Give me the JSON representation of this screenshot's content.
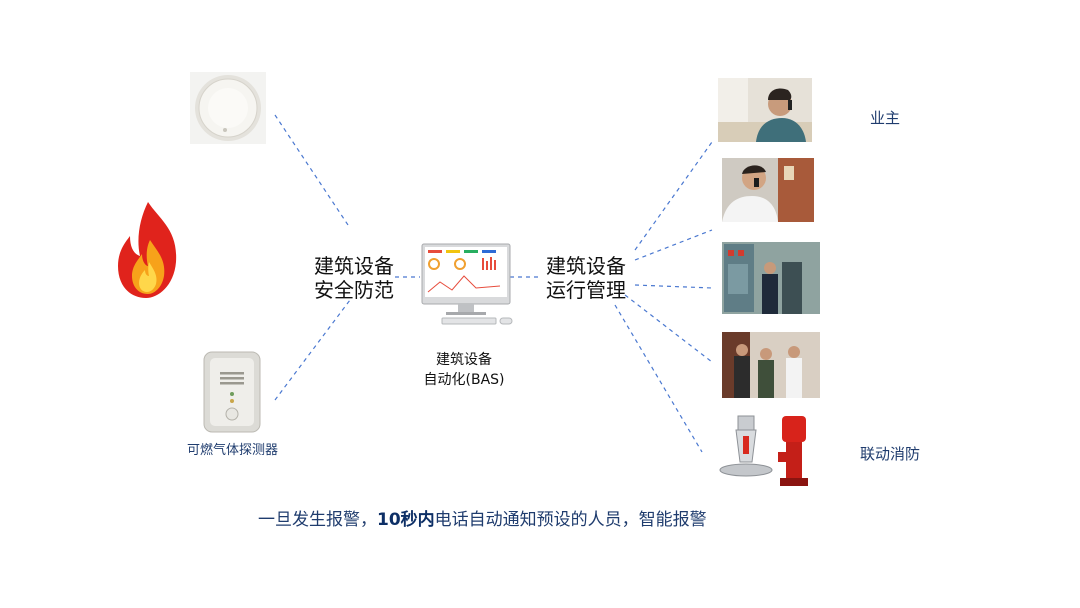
{
  "center_left": {
    "line1": "建筑设备",
    "line2": "安全防范"
  },
  "center_right": {
    "line1": "建筑设备",
    "line2": "运行管理"
  },
  "bas": {
    "line1": "建筑设备",
    "line2": "自动化(BAS)"
  },
  "gas_detector": {
    "label": "可燃气体探测器"
  },
  "recipients": {
    "owner_label": "业主",
    "fire_label": "联动消防"
  },
  "footer": {
    "prefix": "一旦发生报警，",
    "highlight": "10秒内",
    "suffix": "电话自动通知预设的人员，智能报警"
  },
  "colors": {
    "accent": "#1f3c6e",
    "line": "#3b6fd1",
    "flame_red": "#e0231c",
    "flame_orange": "#f7a21a"
  }
}
